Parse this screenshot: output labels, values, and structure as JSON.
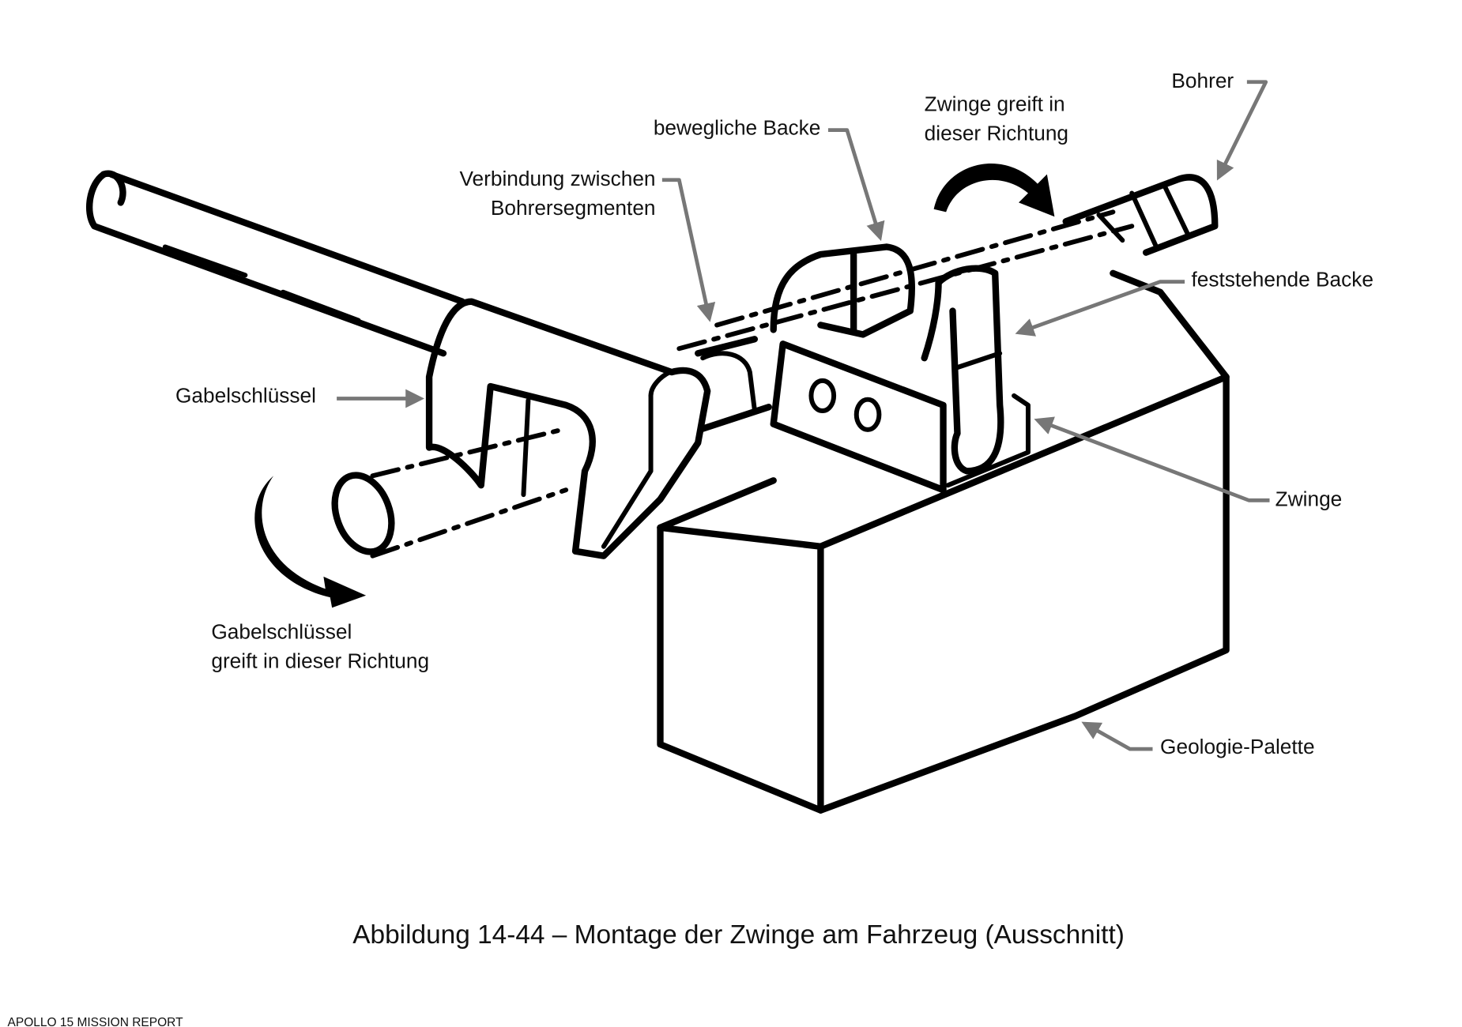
{
  "figure": {
    "caption": "Abbildung 14-44 – Montage der Zwinge am Fahrzeug (Ausschnitt)",
    "footer": "APOLLO 15 MISSION REPORT",
    "leader_color": "#777777",
    "ink_color": "#000000"
  },
  "labels": {
    "bohrer": "Bohrer",
    "zwinge_direction_line1": "Zwinge greift in",
    "zwinge_direction_line2": "dieser Richtung",
    "bewegliche_backe": "bewegliche Backe",
    "verbindung_line1": "Verbindung zwischen",
    "verbindung_line2": "Bohrersegmenten",
    "feststehende_backe": "feststehende Backe",
    "gabelschluessel": "Gabelschlüssel",
    "zwinge": "Zwinge",
    "gabel_direction_line1": "Gabelschlüssel",
    "gabel_direction_line2": "greift in dieser Richtung",
    "geologie_palette": "Geologie-Palette"
  }
}
